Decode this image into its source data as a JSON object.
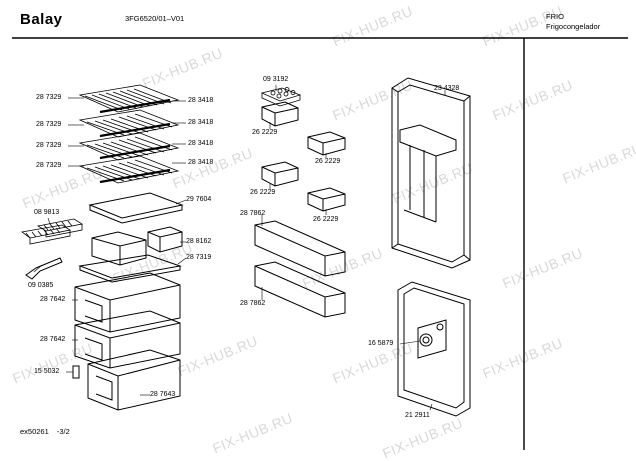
{
  "header": {
    "brand": "Balay",
    "model": "3FG6520/01–V01",
    "category": "FRIO",
    "type": "Frigocongelador"
  },
  "footer": {
    "doc_code": "ex50261",
    "page": "-3/2"
  },
  "watermark": "FIX-HUB.RU",
  "parts": {
    "p1": "287329",
    "p2": "287329",
    "p3": "287329",
    "p4": "287329",
    "p5": "283418",
    "p6": "283418",
    "p7": "283418",
    "p8": "283418",
    "p9": "297604",
    "p10": "089813",
    "p11": "288162",
    "p12": "287319",
    "p13": "090385",
    "p14": "287642",
    "p15": "287642",
    "p16": "155032",
    "p17": "287643",
    "p18": "093192",
    "p19": "262229",
    "p20": "262229",
    "p21": "262229",
    "p22": "262229",
    "p23": "287862",
    "p24": "287862",
    "p25": "234328",
    "p26": "165879",
    "p27": "212911"
  }
}
